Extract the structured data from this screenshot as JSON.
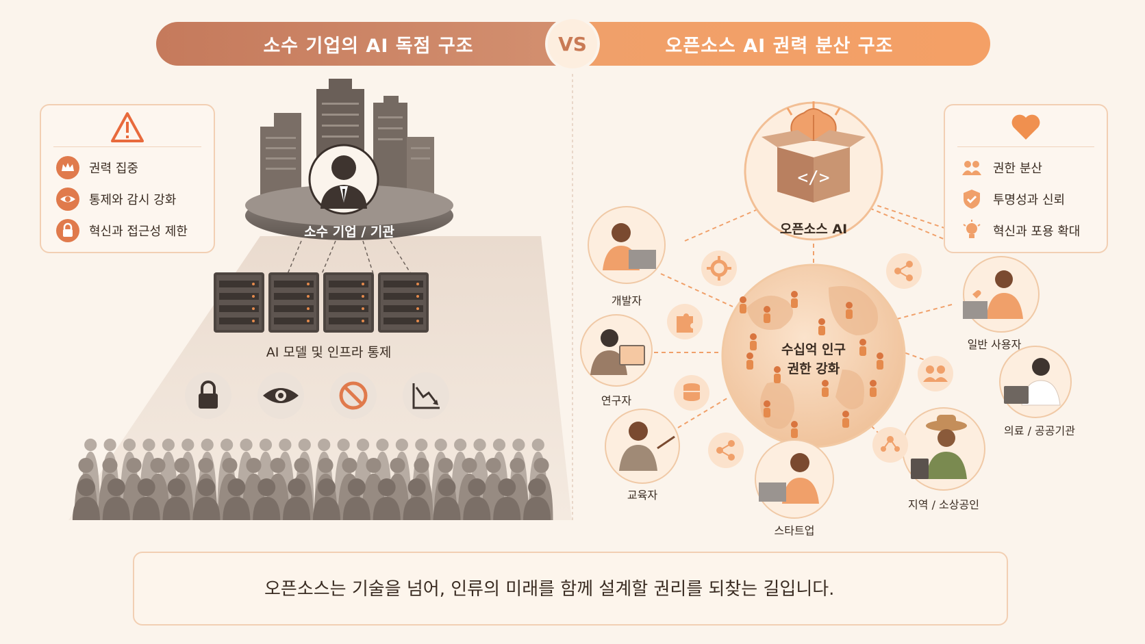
{
  "header": {
    "left_title": "소수 기업의 AI 독점 구조",
    "vs": "VS",
    "right_title": "오픈소스 AI 권력 분산 구조"
  },
  "left_card": {
    "items": [
      {
        "label": "권력 집중",
        "icon": "crown-icon"
      },
      {
        "label": "통제와 감시 강화",
        "icon": "eye-icon"
      },
      {
        "label": "혁신과 접근성 제한",
        "icon": "lock-icon"
      }
    ]
  },
  "left_diagram": {
    "org_label": "소수 기업 / 기관",
    "infra_label": "AI 모델 및 인프라 통제",
    "control_icons": [
      "lock-icon",
      "eye-icon",
      "prohibited-icon",
      "decline-chart-icon"
    ]
  },
  "right_card": {
    "items": [
      {
        "label": "권한 분산",
        "icon": "people-icon"
      },
      {
        "label": "투명성과 신뢰",
        "icon": "shield-check-icon"
      },
      {
        "label": "혁신과 포용 확대",
        "icon": "lightbulb-icon"
      }
    ]
  },
  "right_diagram": {
    "hub_label": "오픈소스 AI",
    "globe_label_line1": "수십억 인구",
    "globe_label_line2": "권한 강화",
    "nodes": [
      {
        "label": "개발자"
      },
      {
        "label": "연구자"
      },
      {
        "label": "교육자"
      },
      {
        "label": "스타트업"
      },
      {
        "label": "지역 / 소상공인"
      },
      {
        "label": "의료 / 공공기관"
      },
      {
        "label": "일반 사용자"
      }
    ]
  },
  "footer": {
    "message": "오픈소스는 기술을 넘어, 인류의 미래를 함께 설계할 권리를 되찾는 길입니다."
  },
  "colors": {
    "accent": "#f09a5f",
    "accent_dark": "#c57a5c",
    "background": "#fbf4ec",
    "dark_gray": "#5b514b"
  }
}
